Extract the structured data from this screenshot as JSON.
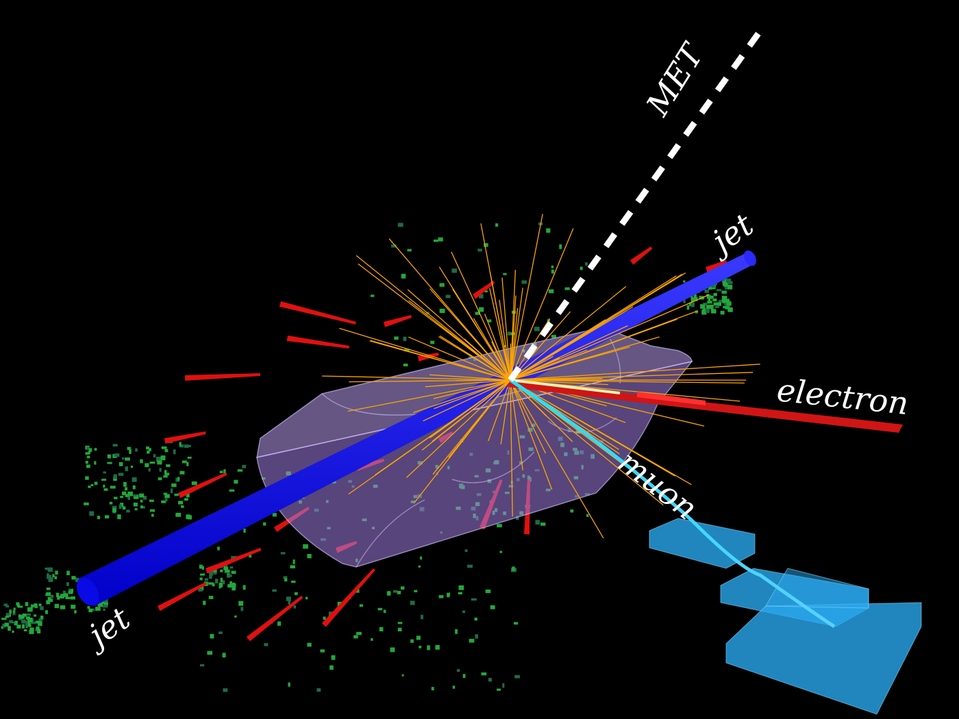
{
  "labels": {
    "met": "MET",
    "jet_top": "jet",
    "jet_bottom": "jet",
    "electron": "electron",
    "muon": "muon"
  },
  "colors": {
    "background": "#000000",
    "jet": "#1010ff",
    "tracks": "#ffa500",
    "em_deposit": "#e01010",
    "had_deposit": "#22a83a",
    "detector_barrel": "#b89cf0",
    "muon": "#20e0ff",
    "muon_chambers": "#29a8ee",
    "electron": "#d01515",
    "met": "#ffffff"
  }
}
